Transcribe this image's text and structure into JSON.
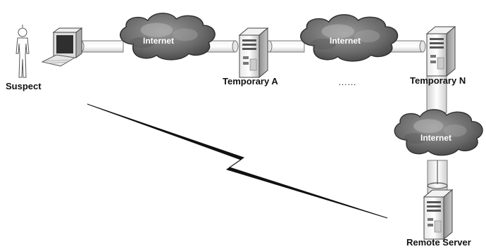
{
  "nodes": {
    "suspect": "Suspect",
    "temp_a": "Temporary A",
    "temp_n": "Temporary N",
    "remote": "Remote Server",
    "ellipsis": "……"
  },
  "clouds": {
    "cloud1": "Internet",
    "cloud2": "Internet",
    "cloud3": "Internet"
  },
  "icons": {
    "person": "person-icon",
    "computer": "desktop-computer-icon",
    "server": "server-tower-icon",
    "cloud": "cloud-icon",
    "link": "lightning-bolt-icon"
  }
}
